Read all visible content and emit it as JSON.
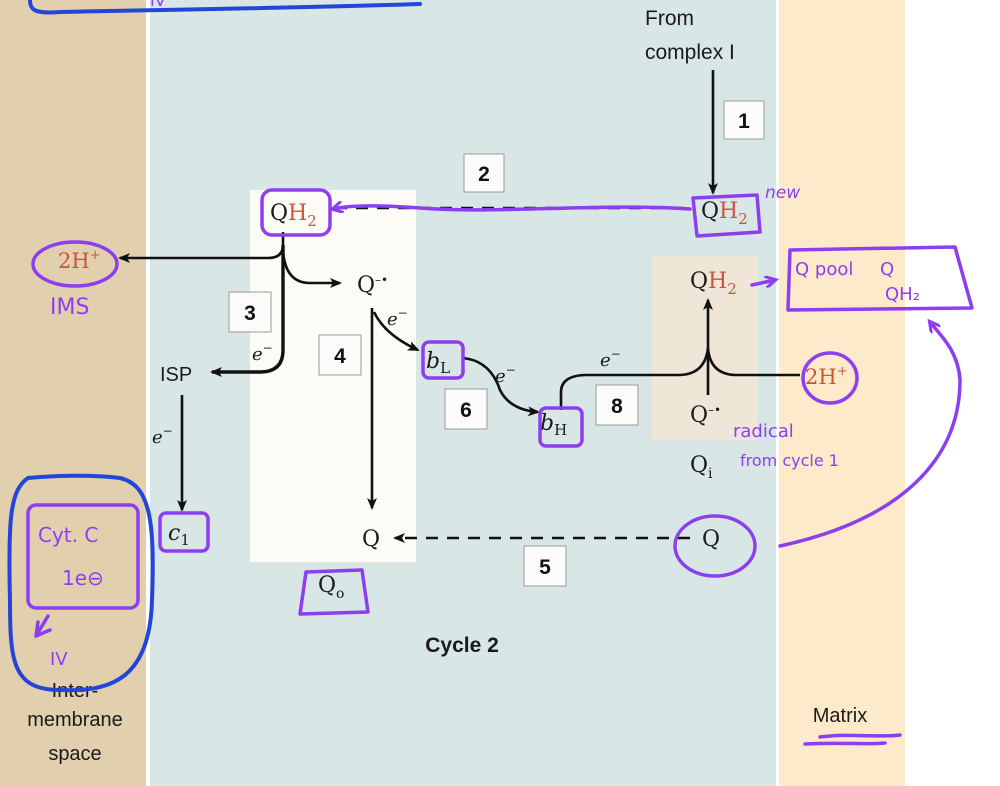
{
  "regions": {
    "intermembrane_space": [
      "Inter-",
      "membrane",
      "space"
    ],
    "matrix": "Matrix",
    "qo_site": "Q",
    "qo_sub": "o",
    "qi_site": "Q",
    "qi_sub": "i"
  },
  "title": "Cycle 2",
  "from_complex": [
    "From",
    "complex I"
  ],
  "species": {
    "qh2_q": "Q",
    "qh2_h": "H",
    "qh2_sub": "2",
    "proton": "2H",
    "plus": "+",
    "q_radical": "Q",
    "radical_mark": "–•",
    "isp": "ISP",
    "c1": "c",
    "c1_sub": "1",
    "bL": "b",
    "bL_sub": "L",
    "bH": "b",
    "bH_sub": "H",
    "q": "Q",
    "electron": "e",
    "minus": "−"
  },
  "steps": [
    "1",
    "2",
    "3",
    "4",
    "5",
    "6",
    "8"
  ],
  "annotations": {
    "new": "new",
    "ims": "IMS",
    "q_pool": "Q pool",
    "q_pool_q": "Q",
    "q_pool_qh2": "QH₂",
    "radical": "radical",
    "from_cycle": "from cycle 1",
    "cyt_c": "Cyt. C",
    "one_e": "1e⊖",
    "to_iv": "IV",
    "top_iv": "IV"
  },
  "colors": {
    "ims_band": "#e2cfae",
    "membrane": "#d9e6e6",
    "matrix_band": "#fdeacb",
    "proton_red": "#c8553a",
    "pen_purple": "#8d3ff0",
    "pen_blue": "#2346d8"
  }
}
